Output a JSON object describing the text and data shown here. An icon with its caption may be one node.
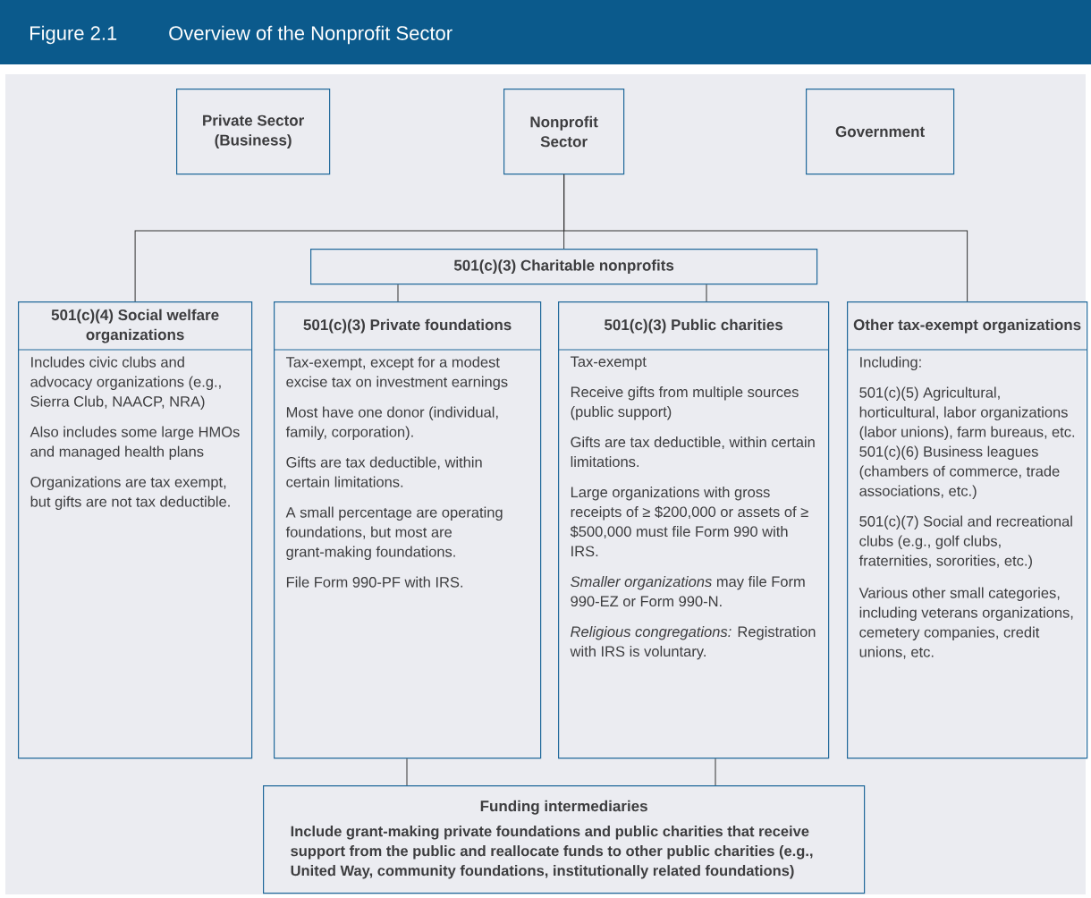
{
  "diagram": {
    "title": "Overview of the Nonprofit Sector",
    "nodes": [
      {
        "text": [
          "Private Sector (Business)"
        ]
      },
      {
        "text": [
          "Nonprofit Sector"
        ]
      },
      {
        "text": [
          "Government"
        ]
      },
      {
        "text": [
          "501(c)(3) Charitable nonprofits"
        ]
      },
      {
        "text": [
          "501(c)(4) Social welfare organizations",
          "Includes civic clubs and advocacy organizations (e.g., Sierra Club, NAACP, NRA)",
          "Also includes some large HMOs and managed health plans",
          "Organizations are tax exempt, but gifts are not tax deductible."
        ]
      },
      {
        "text": [
          "501(c)(3) Private foundations",
          "Tax-exempt, except for a modest excise tax on investment earnings",
          "Most have one donor (individual, family, corporation).",
          "Gifts are tax deductible, within certain limitations.",
          "A small percentage are operating foundations, but most are grant-making foundations.",
          "File Form 990-PF with IRS."
        ]
      },
      {
        "text": [
          "501(c)(3) Public charities",
          "Tax-exempt",
          "Receive gifts from multiple sources (public support)",
          "Gifts are tax deductible, within certain limitations.",
          "Large organizations with gross receipts of ≥ $200,000 or assets of ≥ $500,000 must file Form 990 with IRS.",
          "*Smaller organizations* may file Form 990-EZ or Form 990-N.",
          "*Religious congregations:* Registration with IRS is voluntary."
        ]
      },
      {
        "text": [
          "Other tax-exempt organizations",
          "Including:",
          "501(c)(5) Agricultural, horticultural, labor organizations (labor unions), farm bureaus, etc.",
          "501(c)(6) Business leagues (chambers of commerce, trade associations, etc.)",
          "501(c)(7) Social and recreational clubs (e.g., golf clubs, fraternities, sororities, etc.)",
          "Various other small categories, including veterans organizations, cemetery companies, credit unions, etc."
        ]
      },
      {
        "text": [
          "Funding intermediaries",
          "Include grant-making private foundations and public charities that receive support from the public and reallocate funds to other public charities (e.g., United Way, community foundations, institutionally related foundations)"
        ]
      }
    ],
    "edges": [
      {
        "from": 1,
        "to": 4,
        "arrow": "none"
      },
      {
        "from": 1,
        "to": 3,
        "arrow": "none"
      },
      {
        "from": 1,
        "to": 7,
        "arrow": "none"
      },
      {
        "from": 3,
        "to": 5,
        "arrow": "none"
      },
      {
        "from": 3,
        "to": 6,
        "arrow": "none"
      },
      {
        "from": 5,
        "to": 8,
        "arrow": "none"
      },
      {
        "from": 6,
        "to": 8,
        "arrow": "none"
      }
    ],
    "labels": [
      "Figure 2.1"
    ]
  }
}
